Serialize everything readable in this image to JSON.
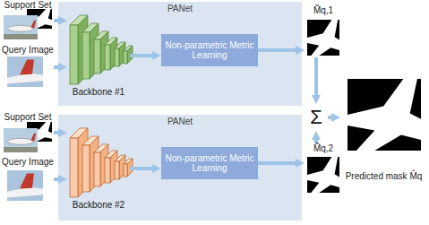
{
  "diagram": {
    "nodes": [
      {
        "text": [
          "Support Set"
        ]
      },
      {
        "text": [
          "Query Image"
        ]
      },
      {
        "text": [
          "PANet"
        ]
      },
      {
        "text": [
          "Backbone #1"
        ],
        "in": 2
      },
      {
        "text": [
          "Non-parametric Metric Learning"
        ],
        "in": 2
      },
      {
        "text": [
          "M̃q,1"
        ]
      },
      {
        "text": [
          "Σ"
        ]
      },
      {
        "text": [
          "Predicted mask M̂q"
        ]
      },
      {
        "text": [
          "Support Set"
        ]
      },
      {
        "text": [
          "Query Image"
        ]
      },
      {
        "text": [
          "PANet"
        ]
      },
      {
        "text": [
          "Backbone #2"
        ],
        "in": 10
      },
      {
        "text": [
          "Non-parametric Metric Learning"
        ],
        "in": 10
      },
      {
        "text": [
          "M̃q,2"
        ]
      }
    ],
    "edges": [
      {
        "from": 0,
        "to": 3,
        "arrow": "to"
      },
      {
        "from": 1,
        "to": 3,
        "arrow": "to"
      },
      {
        "from": 3,
        "to": 4,
        "arrow": "to"
      },
      {
        "from": 4,
        "to": 5,
        "arrow": "to"
      },
      {
        "from": 5,
        "to": 6,
        "arrow": "to"
      },
      {
        "from": 13,
        "to": 6,
        "arrow": "to"
      },
      {
        "from": 6,
        "to": 7,
        "arrow": "to"
      },
      {
        "from": 8,
        "to": 11,
        "arrow": "to"
      },
      {
        "from": 9,
        "to": 11,
        "arrow": "to"
      },
      {
        "from": 11,
        "to": 12,
        "arrow": "to"
      },
      {
        "from": 12,
        "to": 13,
        "arrow": "to"
      }
    ]
  }
}
